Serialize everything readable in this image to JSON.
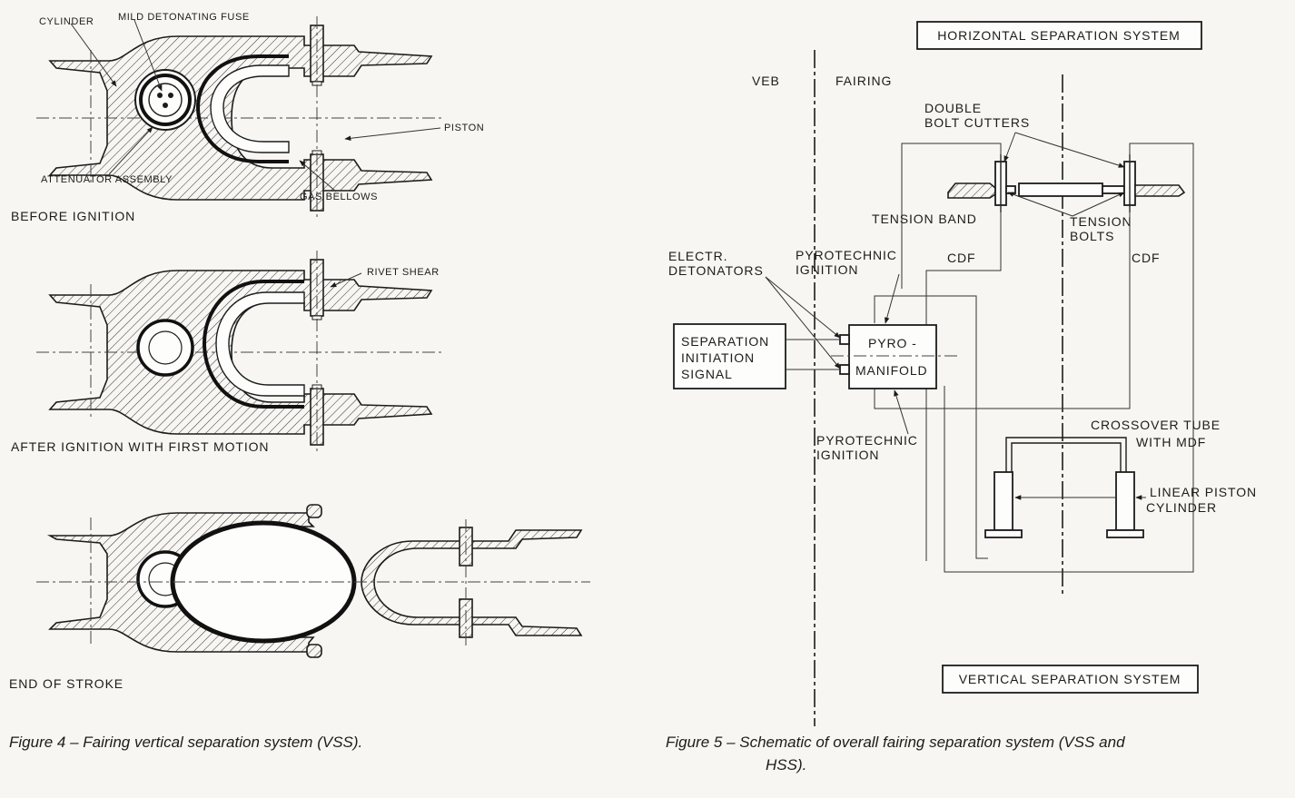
{
  "figure4": {
    "labels": {
      "cylinder": "CYLINDER",
      "mdf": "MILD DETONATING FUSE",
      "piston": "PISTON",
      "attenuator": "ATTENUATOR ASSEMBLY",
      "gas_bellows": "GAS BELLOWS",
      "rivet_shear": "RIVET SHEAR"
    },
    "stages": {
      "before": "BEFORE IGNITION",
      "after": "AFTER IGNITION WITH FIRST MOTION",
      "end": "END OF STROKE"
    },
    "caption": "Figure 4 – Fairing vertical separation system (VSS)."
  },
  "figure5": {
    "hss_title": "HORIZONTAL SEPARATION SYSTEM",
    "vss_title": "VERTICAL SEPARATION SYSTEM",
    "veb": "VEB",
    "fairing": "FAIRING",
    "double_bolt_cutters": [
      "DOUBLE",
      "BOLT CUTTERS"
    ],
    "tension_band": "TENSION BAND",
    "tension_bolts": [
      "TENSION",
      "BOLTS"
    ],
    "cdf_left": "CDF",
    "cdf_right": "CDF",
    "electr_detonators": [
      "ELECTR.",
      "DETONATORS"
    ],
    "pyro_ignition_top": [
      "PYROTECHNIC",
      "IGNITION"
    ],
    "pyro_ignition_bottom": [
      "PYROTECHNIC",
      "IGNITION"
    ],
    "signal_box": [
      "SEPARATION",
      "INITIATION",
      "SIGNAL"
    ],
    "manifold_box": [
      "PYRO -",
      "MANIFOLD"
    ],
    "crossover": [
      "CROSSOVER TUBE",
      "WITH MDF"
    ],
    "linear_piston": [
      "LINEAR PISTON",
      "CYLINDER"
    ],
    "caption_line1": "Figure 5 –  Schematic of overall fairing separation system (VSS and",
    "caption_line2": "HSS)."
  }
}
